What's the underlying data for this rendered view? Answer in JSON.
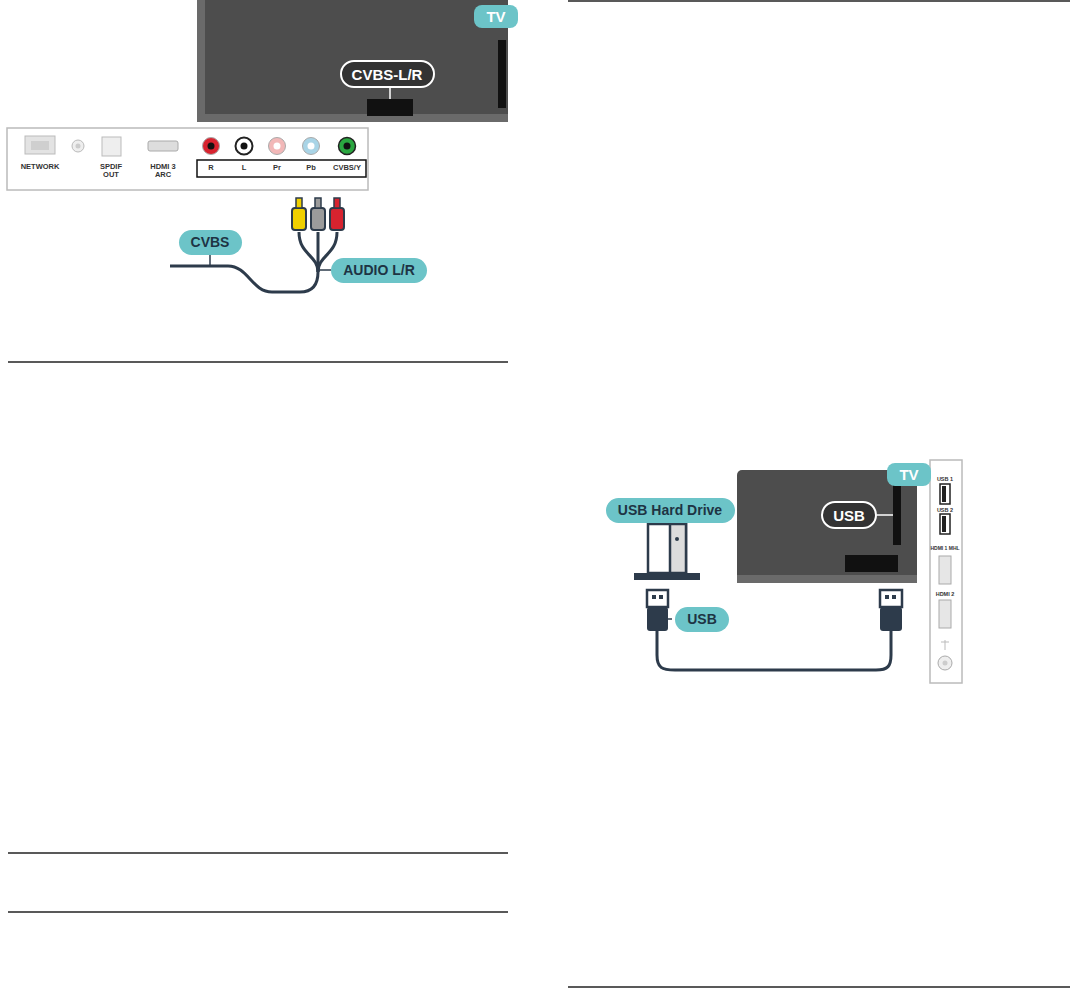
{
  "diagram": {
    "nodes": [
      {
        "text": [
          "TV"
        ]
      },
      {
        "text": [
          "CVBS-L/R"
        ]
      },
      {
        "text": [
          "CVBS"
        ]
      },
      {
        "text": [
          "AUDIO L/R"
        ]
      },
      {
        "text": [
          "TV"
        ]
      },
      {
        "text": [
          "USB Hard Drive"
        ]
      },
      {
        "text": [
          "USB"
        ]
      },
      {
        "text": [
          "USB"
        ]
      }
    ],
    "labels": [
      "NETWORK",
      "SPDIF OUT",
      "HDMI 3 ARC",
      "R",
      "L",
      "Pr",
      "Pb",
      "CVBS/Y",
      "USB 1",
      "USB 2",
      "HDMI 1 MHL",
      "HDMI 2"
    ]
  }
}
